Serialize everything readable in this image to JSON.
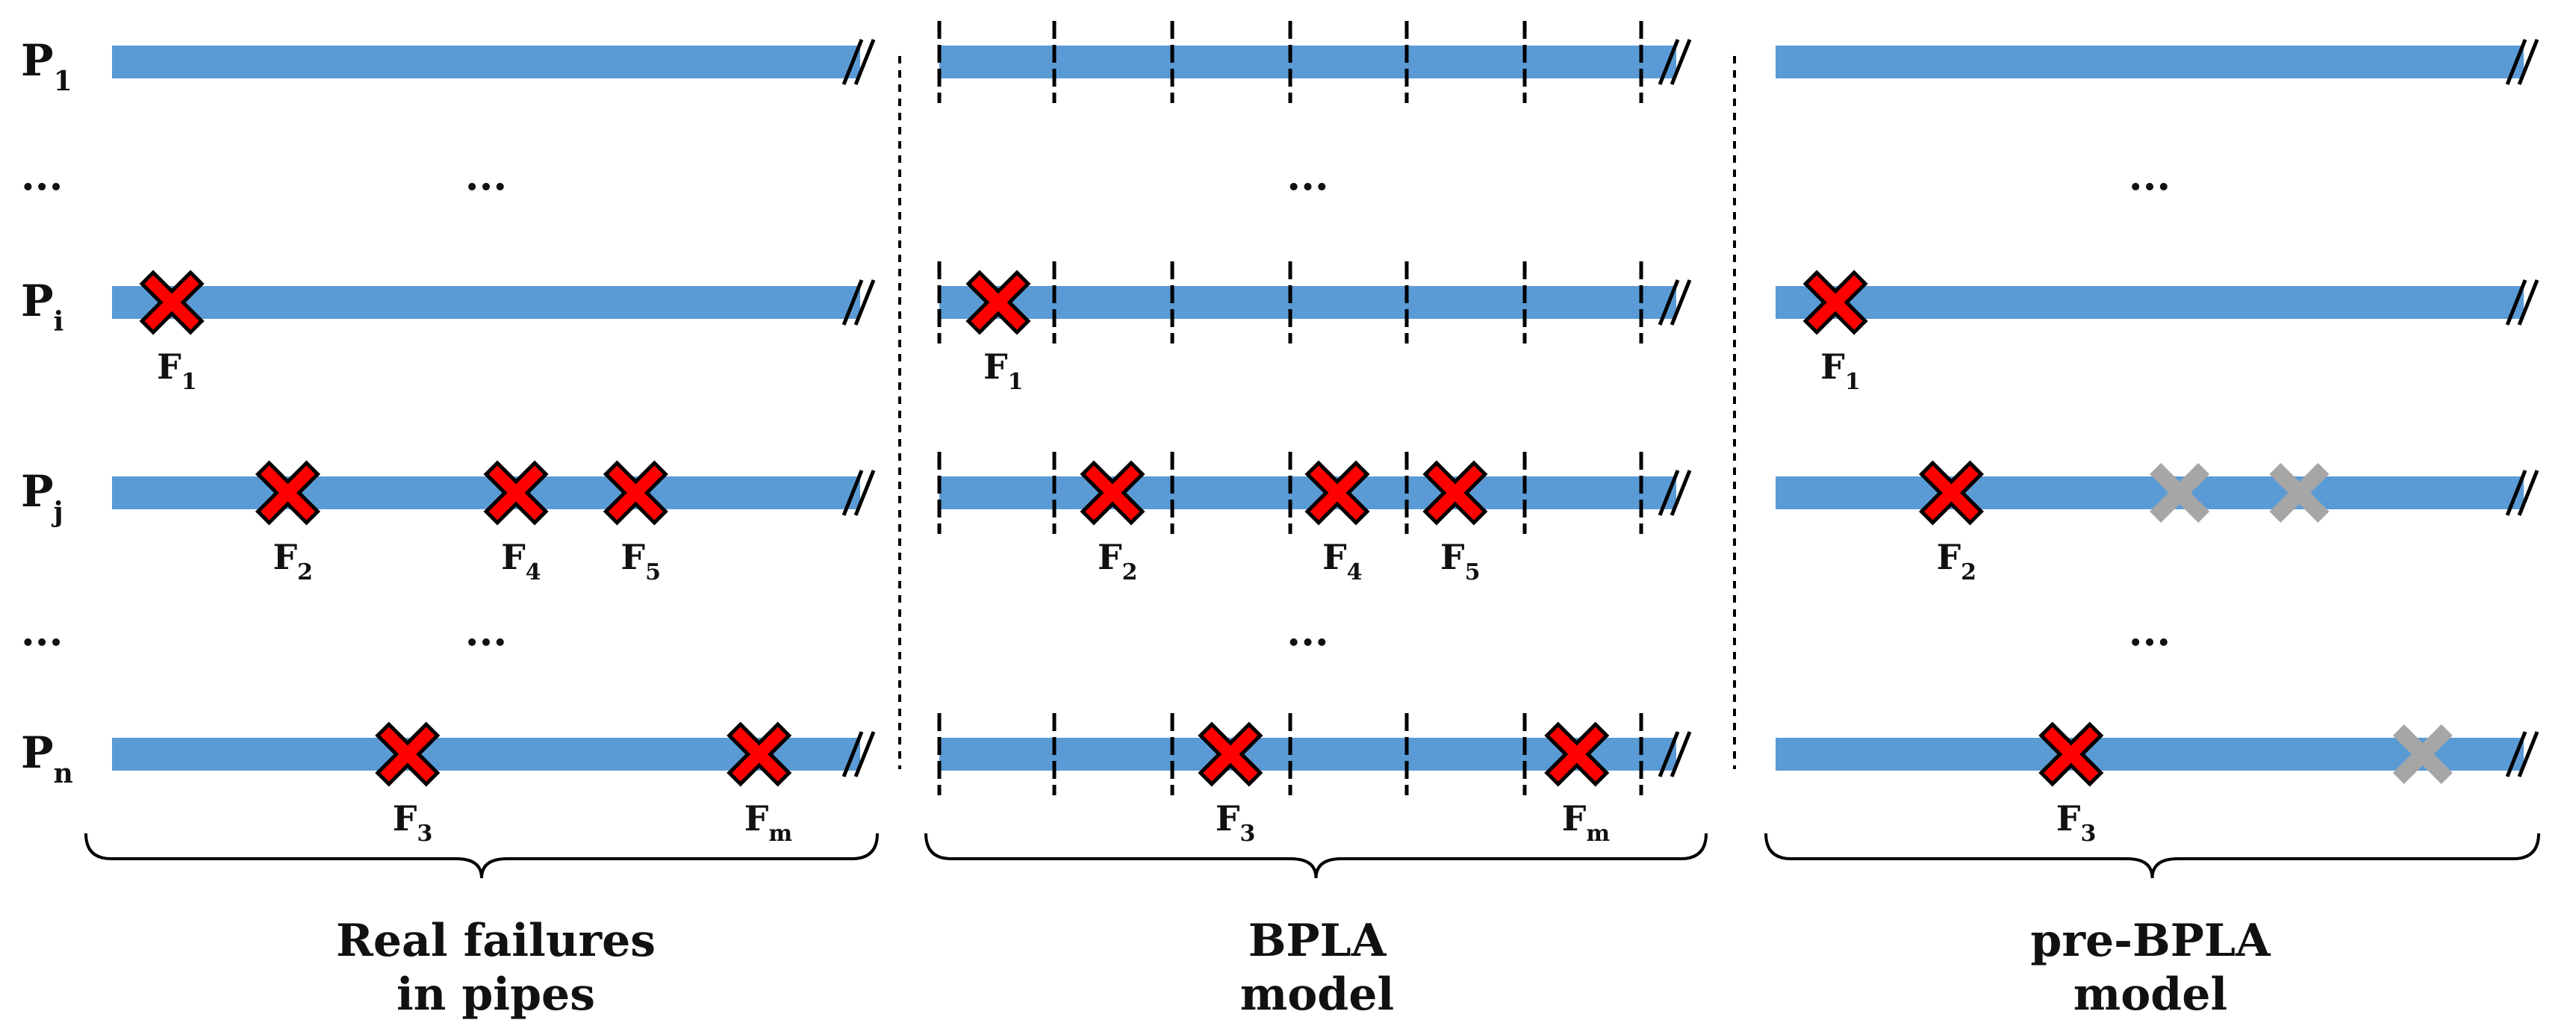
{
  "colors": {
    "pipe": "#5b9bd5",
    "failure_real": "#ff0000",
    "failure_modeled": "#a6a6a6",
    "outline": "#000000"
  },
  "row_labels": [
    {
      "base": "P",
      "sub": "1"
    },
    {
      "base": "P",
      "sub": "i"
    },
    {
      "base": "P",
      "sub": "j"
    },
    {
      "base": "P",
      "sub": "n"
    }
  ],
  "ellipsis": "...",
  "failure_labels": {
    "F1": {
      "base": "F",
      "sub": "1"
    },
    "F2": {
      "base": "F",
      "sub": "2"
    },
    "F3": {
      "base": "F",
      "sub": "3"
    },
    "F4": {
      "base": "F",
      "sub": "4"
    },
    "F5": {
      "base": "F",
      "sub": "5"
    },
    "Fm": {
      "base": "F",
      "sub": "m"
    }
  },
  "panels": [
    {
      "id": "real",
      "caption": [
        "Real failures",
        "in pipes"
      ],
      "segmented": false,
      "pipes": [
        {
          "row": "P1",
          "failures": []
        },
        {
          "row": "Pi",
          "failures": [
            {
              "pos": 0.08,
              "label": "F1",
              "kind": "real"
            }
          ]
        },
        {
          "row": "Pj",
          "failures": [
            {
              "pos": 0.235,
              "label": "F2",
              "kind": "real"
            },
            {
              "pos": 0.54,
              "label": "F4",
              "kind": "real"
            },
            {
              "pos": 0.7,
              "label": "F5",
              "kind": "real"
            }
          ]
        },
        {
          "row": "Pn",
          "failures": [
            {
              "pos": 0.395,
              "label": "F3",
              "kind": "real"
            },
            {
              "pos": 0.865,
              "label": "Fm",
              "kind": "real"
            }
          ]
        }
      ]
    },
    {
      "id": "bpla",
      "caption": [
        "BPLA",
        "model"
      ],
      "segmented": true,
      "pipes": [
        {
          "row": "P1",
          "failures": []
        },
        {
          "row": "Pi",
          "failures": [
            {
              "pos": 0.08,
              "label": "F1",
              "kind": "real"
            }
          ]
        },
        {
          "row": "Pj",
          "failures": [
            {
              "pos": 0.235,
              "label": "F2",
              "kind": "real"
            },
            {
              "pos": 0.54,
              "label": "F4",
              "kind": "real"
            },
            {
              "pos": 0.7,
              "label": "F5",
              "kind": "real"
            }
          ]
        },
        {
          "row": "Pn",
          "failures": [
            {
              "pos": 0.395,
              "label": "F3",
              "kind": "real"
            },
            {
              "pos": 0.865,
              "label": "Fm",
              "kind": "real"
            }
          ]
        }
      ]
    },
    {
      "id": "pre_bpla",
      "caption": [
        "pre-BPLA",
        "model"
      ],
      "segmented": false,
      "pipes": [
        {
          "row": "P1",
          "failures": []
        },
        {
          "row": "Pi",
          "failures": [
            {
              "pos": 0.08,
              "label": "F1",
              "kind": "real"
            }
          ]
        },
        {
          "row": "Pj",
          "failures": [
            {
              "pos": 0.235,
              "label": "F2",
              "kind": "real"
            },
            {
              "pos": 0.54,
              "label": null,
              "kind": "modeled"
            },
            {
              "pos": 0.7,
              "label": null,
              "kind": "modeled"
            }
          ]
        },
        {
          "row": "Pn",
          "failures": [
            {
              "pos": 0.395,
              "label": "F3",
              "kind": "real"
            },
            {
              "pos": 0.865,
              "label": null,
              "kind": "modeled"
            }
          ]
        }
      ]
    }
  ]
}
